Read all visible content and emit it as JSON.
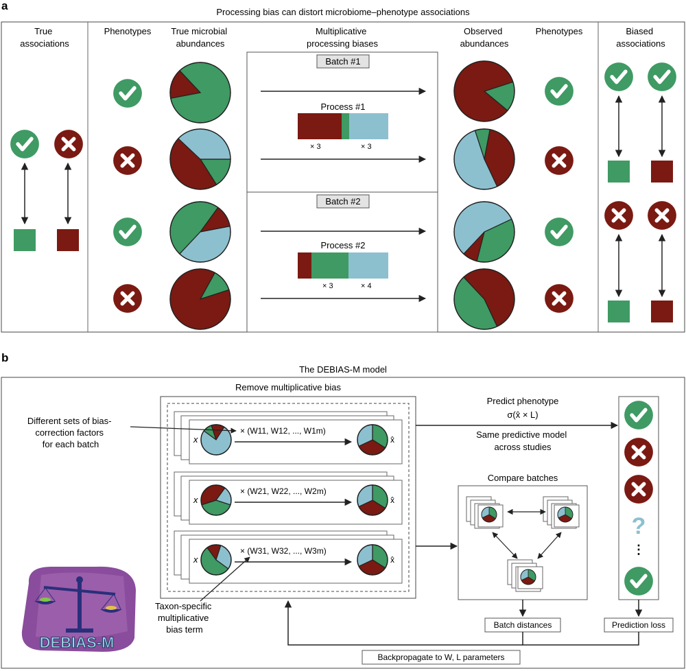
{
  "panel_a": {
    "label": "a",
    "title": "Processing bias can distort microbiome–phenotype associations",
    "col_true_assoc": [
      "True",
      "associations"
    ],
    "col_phenotypes": "Phenotypes",
    "col_true_abund": [
      "True microbial",
      "abundances"
    ],
    "col_bias": [
      "Multiplicative",
      "processing biases"
    ],
    "col_observed": [
      "Observed",
      "abundances"
    ],
    "col_phenotypes2": "Phenotypes",
    "col_biased": [
      "Biased",
      "associations"
    ],
    "batch1": "Batch #1",
    "batch2": "Batch #2",
    "process1": "Process #1",
    "process2": "Process #2",
    "p1_mult_left": "× 3",
    "p1_mult_right": "× 3",
    "p2_mult_left": "× 3",
    "p2_mult_right": "× 4"
  },
  "panel_b": {
    "label": "b",
    "title": "The DEBIAS-M model",
    "remove_bias": "Remove multiplicative bias",
    "callout_sets": [
      "Different sets of bias-",
      "correction factors",
      "for each batch"
    ],
    "callout_taxon": [
      "Taxon-specific",
      "multiplicative",
      "bias term"
    ],
    "x_symbol": "x",
    "out_symbol": "x̂",
    "w_row1": "× (W11, W12, ..., W1m)",
    "w_row2": "× (W21, W22, ..., W2m)",
    "w_row3": "× (W31, W32, ..., W3m)",
    "predict_title": "Predict phenotype",
    "predict_formula": "σ(x̂ × L)",
    "same_model": [
      "Same predictive model",
      "across studies"
    ],
    "compare_batches": "Compare batches",
    "batch_distances": "Batch distances",
    "prediction_loss": "Prediction loss",
    "backprop": "Backpropagate to W, L parameters",
    "logo_text": "DEBIAS-M",
    "question_mark": "?",
    "ellipsis": "⋮"
  },
  "colors": {
    "green": "#3f9a63",
    "red": "#7a1a12",
    "blue": "#8cc0cf",
    "logo_purple": "#8a4c9c"
  }
}
